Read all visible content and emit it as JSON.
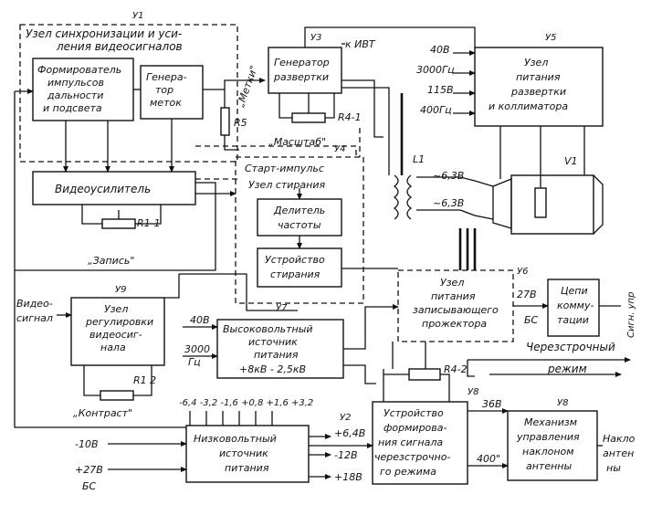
{
  "labels": {
    "y1": "У1",
    "y1_title_1": "Узел синхронизации и уси-",
    "y1_title_2": "ления видеосигналов",
    "former_1": "Формирователь",
    "former_2": "импульсов",
    "former_3": "дальности",
    "former_4": "и подсвета",
    "gen_1": "Генера-",
    "gen_2": "тор",
    "gen_3": "меток",
    "metki": "„Метки\"",
    "r5": "R5",
    "y3": "У3",
    "to_ivt": "к ИВТ",
    "sweep_1": "Генератор",
    "sweep_2": "развертки",
    "r4_1": "R4-1",
    "scale": "„Масштаб\"",
    "y4": "У4",
    "y5": "У5",
    "in_40v": "40В",
    "in_3000hz": "3000Гц",
    "in_115v": "115В",
    "in_400hz": "400Гц",
    "psu_1": "Узел",
    "psu_2": "питания",
    "psu_3": "развертки",
    "psu_4": "и коллиматора",
    "l1": "L1",
    "v1": "V1",
    "v_63_1": "~6,3В",
    "v_63_2": "~6,3В",
    "video_amp": "Видеоусилитель",
    "r1_1": "R1-1",
    "record": "„Запись\"",
    "start_pulse": "Старт-импульс",
    "erase_unit": "Узел стирания",
    "freq_div_1": "Делитель",
    "freq_div_2": "частоты",
    "erase_dev_1": "Устройство",
    "erase_dev_2": "стирания",
    "y6": "У6",
    "writer_psu_1": "Узел",
    "writer_psu_2": "питания",
    "writer_psu_3": "записывающего",
    "writer_psu_4": "прожектора",
    "v27_dc_1": "27В",
    "v27_dc_2": "БС",
    "switch_1": "Цепи",
    "switch_2": "комму-",
    "switch_3": "тации",
    "switch_sig": "Сигн. упр",
    "video_in_1": "Видео-",
    "video_in_2": "сигнал",
    "y9": "У9",
    "video_adj_1": "Узел",
    "video_adj_2": "регулировки",
    "video_adj_3": "видеосиг-",
    "video_adj_4": "нала",
    "r1_2": "R1 2",
    "contrast": "„Контраст\"",
    "y7": "У7",
    "hv_in_40v": "40В",
    "hv_in_3000_1": "3000",
    "hv_in_3000_2": "Гц",
    "hv_1": "Высоковольтный",
    "hv_2": "источник",
    "hv_3": "питания",
    "hv_4": "+8кВ - 2,5кВ",
    "interlace_1": "Черезстрочный",
    "interlace_2": "режим",
    "r4_2": "R4-2",
    "y8_label": "У8",
    "v36": "36В",
    "tilt_1": "Механизм",
    "tilt_2": "управления",
    "tilt_3": "наклоном",
    "tilt_4": "антенны",
    "tilt_out_1": "Накло",
    "tilt_out_2": "антен",
    "tilt_out_3": "ны",
    "v400": "400\"",
    "v_low_list": "-6,4 -3,2 -1,6 +0,8 +1,6 +3,2",
    "y2": "У2",
    "lv_1": "Низковольтный",
    "lv_2": "источник",
    "lv_3": "питания",
    "out_64": "+6,4В",
    "out_12": "-12В",
    "out_18": "+18В",
    "in_10v": "-10В",
    "in_27v_1": "+27В",
    "in_27v_2": "БС",
    "y8": "У8",
    "interlace_dev_1": "Устройство",
    "interlace_dev_2": "формирова-",
    "interlace_dev_3": "ния сигнала",
    "interlace_dev_4": "черезстрочно-",
    "interlace_dev_5": "го режима"
  }
}
